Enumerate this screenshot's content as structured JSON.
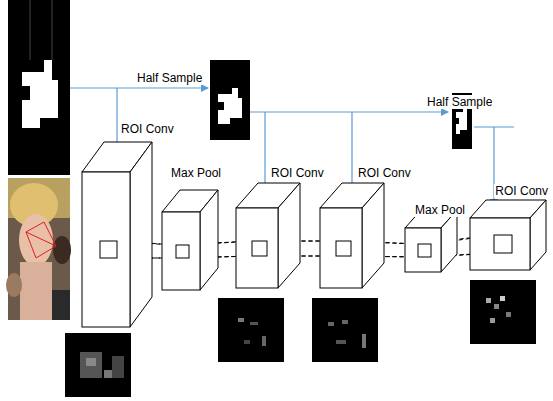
{
  "diagram": {
    "nodes": [
      {
        "text": [
          "ROI Conv"
        ]
      },
      {
        "text": [
          "Max Pool"
        ]
      },
      {
        "text": [
          "ROI Conv"
        ]
      },
      {
        "text": [
          "ROI Conv"
        ]
      },
      {
        "text": [
          "Max Pool"
        ]
      },
      {
        "text": [
          "ROI Conv"
        ]
      }
    ],
    "edges": [
      {
        "from": 0,
        "to": 1,
        "arrow": "none"
      },
      {
        "from": 1,
        "to": 2,
        "arrow": "none"
      },
      {
        "from": 2,
        "to": 3,
        "arrow": "none"
      },
      {
        "from": 3,
        "to": 4,
        "arrow": "none"
      },
      {
        "from": 4,
        "to": 5,
        "arrow": "none"
      }
    ],
    "labels": [
      "Half Sample",
      "Half Sample"
    ]
  }
}
